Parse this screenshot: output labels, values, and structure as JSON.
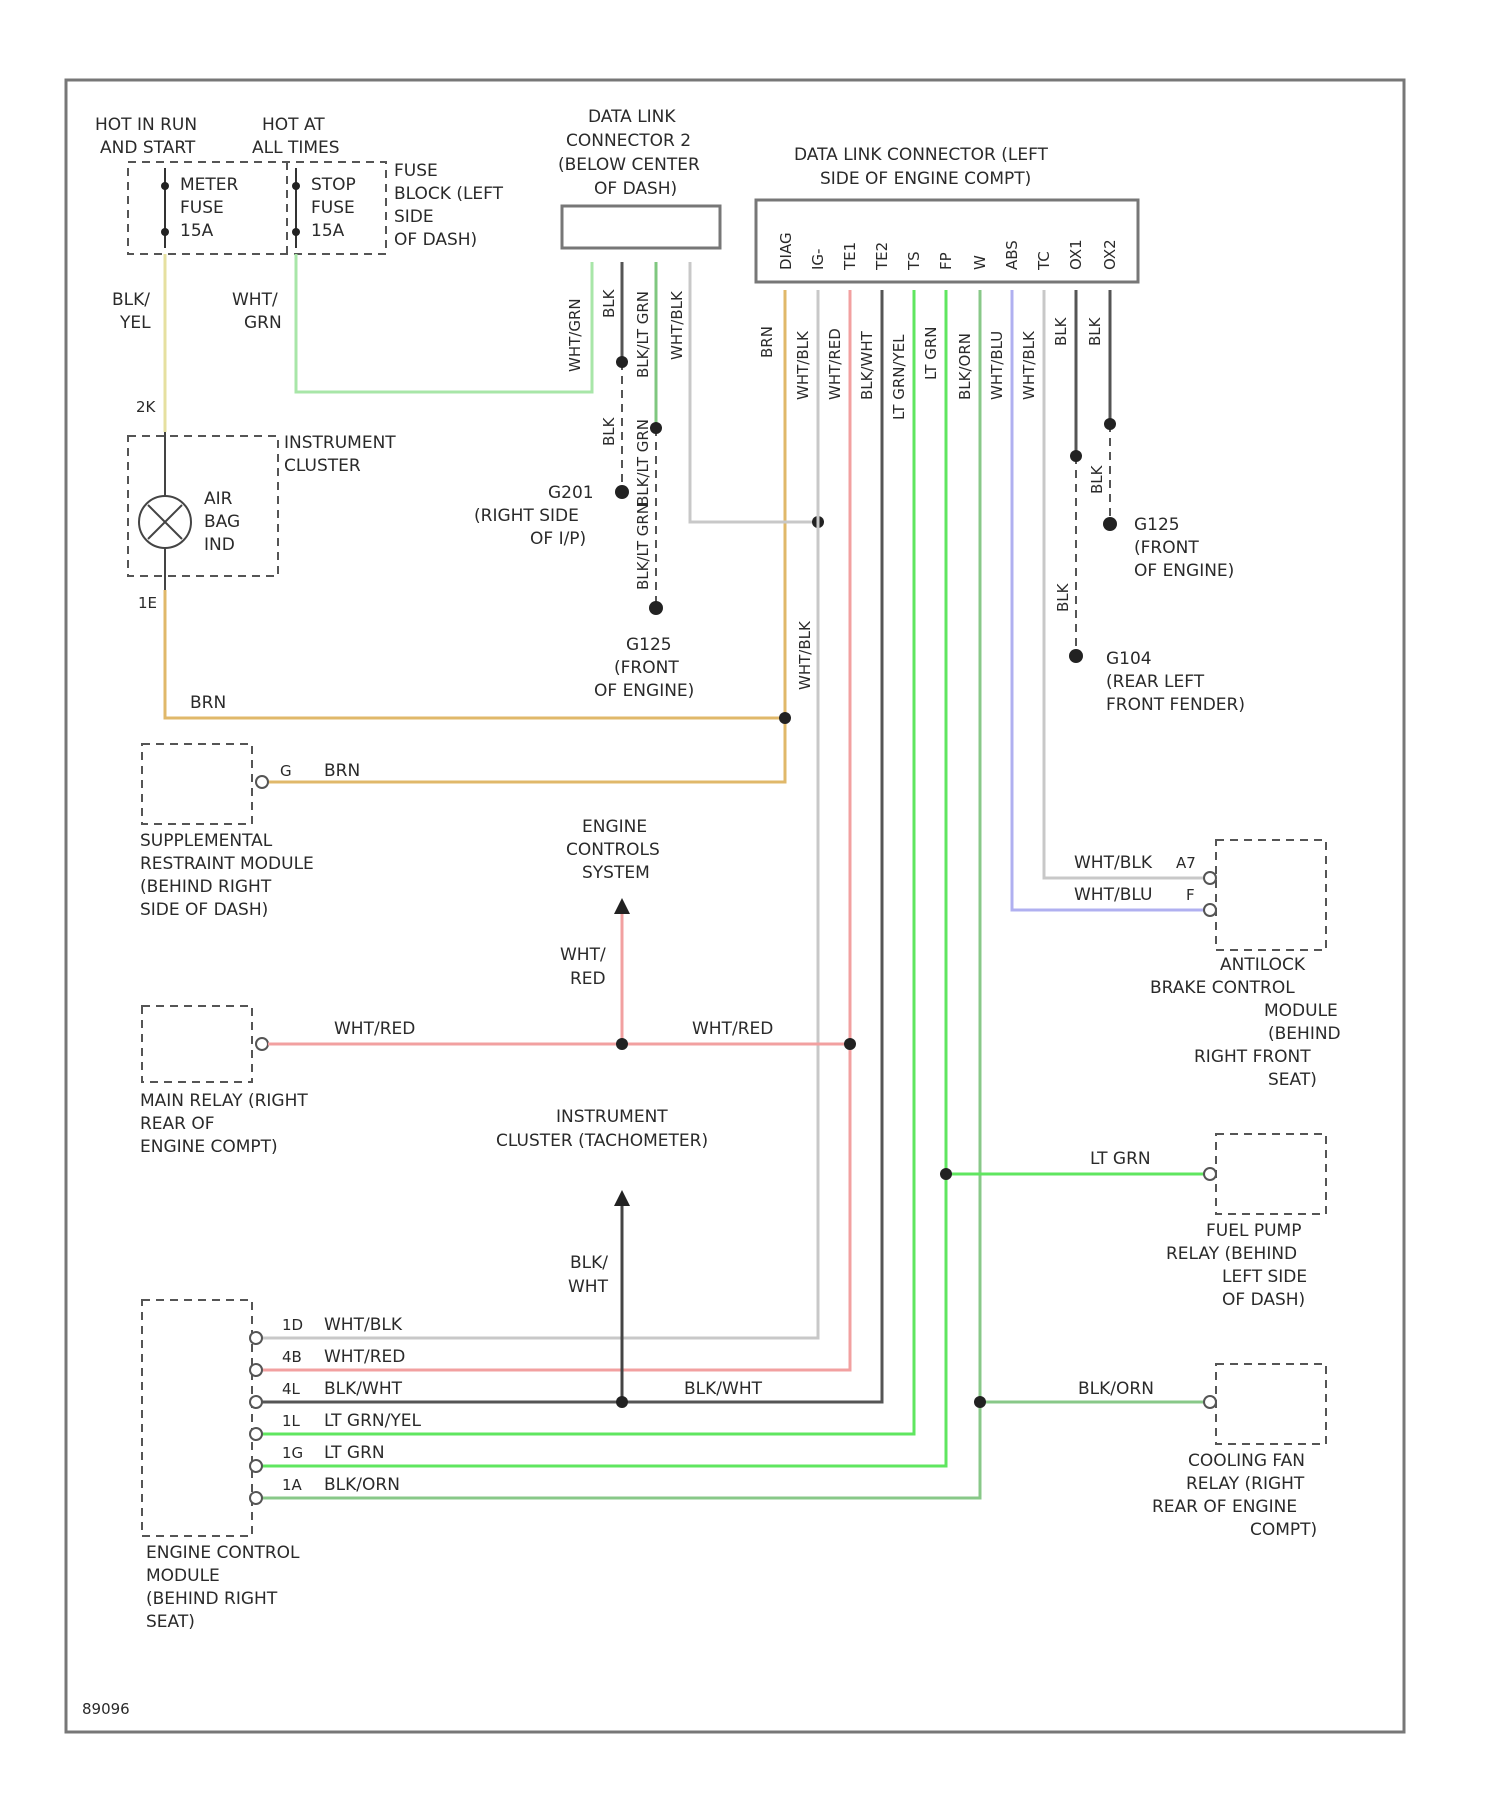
{
  "diagram_id": "89096",
  "fuse_block": {
    "hot_run_start": [
      "HOT IN RUN",
      "AND START"
    ],
    "hot_all_times": [
      "HOT AT",
      "ALL TIMES"
    ],
    "meter_fuse": [
      "METER",
      "FUSE",
      "15A"
    ],
    "stop_fuse": [
      "STOP",
      "FUSE",
      "15A"
    ],
    "fuse_block_label": [
      "FUSE",
      "BLOCK (LEFT",
      "SIDE",
      "OF DASH)"
    ]
  },
  "dlc2": {
    "label": [
      "DATA LINK",
      "CONNECTOR 2",
      "(BELOW CENTER",
      "OF DASH)"
    ],
    "wires": [
      "WHT/GRN",
      "BLK",
      "BLK/LT GRN",
      "WHT/BLK"
    ]
  },
  "dlc_engine": {
    "label": [
      "DATA LINK CONNECTOR (LEFT",
      "SIDE OF ENGINE COMPT)"
    ],
    "pins": [
      "DIAG",
      "IG-",
      "TE1",
      "TE2",
      "TS",
      "FP",
      "W",
      "ABS",
      "TC",
      "OX1",
      "OX2"
    ],
    "wires": [
      "BRN",
      "WHT/BLK",
      "WHT/RED",
      "BLK/WHT",
      "LT GRN/YEL",
      "LT GRN",
      "BLK/ORN",
      "WHT/BLU",
      "WHT/BLK",
      "BLK",
      "BLK"
    ]
  },
  "left_wires": {
    "blk_yel": [
      "BLK/",
      "YEL"
    ],
    "wht_grn": [
      "WHT/",
      "GRN"
    ],
    "pin_2k": "2K",
    "pin_1e": "1E",
    "brn": "BRN"
  },
  "cluster": {
    "label": [
      "INSTRUMENT",
      "CLUSTER"
    ],
    "indicator": [
      "AIR",
      "BAG",
      "IND"
    ]
  },
  "grounds": {
    "g201": [
      "G201",
      "(RIGHT SIDE",
      "OF I/P)"
    ],
    "g125_a": [
      "G125",
      "(FRONT",
      "OF ENGINE)"
    ],
    "g125_b": [
      "G125",
      "(FRONT",
      "OF ENGINE)"
    ],
    "g104": [
      "G104",
      "(REAR LEFT",
      "FRONT FENDER)"
    ],
    "blk_a": "BLK",
    "blk_lt_grn_a": "BLK/LT GRN",
    "blk_lt_grn_b": "BLK/LT GRN",
    "blk_b": "BLK",
    "blk_c": "BLK",
    "wht_blk": "WHT/BLK"
  },
  "srs": {
    "pin": "G",
    "wire": "BRN",
    "label": [
      "SUPPLEMENTAL",
      "RESTRAINT MODULE",
      "(BEHIND RIGHT",
      "SIDE OF DASH)"
    ]
  },
  "engine_controls": {
    "label": [
      "ENGINE",
      "CONTROLS",
      "SYSTEM"
    ],
    "wire": [
      "WHT/",
      "RED"
    ]
  },
  "main_relay": {
    "wire_left": "WHT/RED",
    "wire_right": "WHT/RED",
    "label": [
      "MAIN RELAY (RIGHT",
      "REAR OF",
      "ENGINE COMPT)"
    ]
  },
  "tach": {
    "label": [
      "INSTRUMENT",
      "CLUSTER (TACHOMETER)"
    ],
    "wire": [
      "BLK/",
      "WHT"
    ]
  },
  "abs": {
    "wires": [
      {
        "name": "WHT/BLK",
        "pin": "A7"
      },
      {
        "name": "WHT/BLU",
        "pin": "F"
      }
    ],
    "label": [
      "ANTILOCK",
      "BRAKE CONTROL",
      "MODULE",
      "(BEHIND",
      "RIGHT FRONT",
      "SEAT)"
    ]
  },
  "fuel_pump": {
    "wire": "LT GRN",
    "label": [
      "FUEL PUMP",
      "RELAY (BEHIND",
      "LEFT SIDE",
      "OF DASH)"
    ]
  },
  "cooling_fan": {
    "wire": "BLK/ORN",
    "label": [
      "COOLING FAN",
      "RELAY (RIGHT",
      "REAR OF ENGINE",
      "COMPT)"
    ]
  },
  "ecm": {
    "pins": [
      {
        "pin": "1D",
        "wire": "WHT/BLK"
      },
      {
        "pin": "4B",
        "wire": "WHT/RED"
      },
      {
        "pin": "4L",
        "wire": "BLK/WHT"
      },
      {
        "pin": "1L",
        "wire": "LT GRN/YEL"
      },
      {
        "pin": "1G",
        "wire": "LT GRN"
      },
      {
        "pin": "1A",
        "wire": "BLK/ORN"
      }
    ],
    "blk_wht_mid": "BLK/WHT",
    "label": [
      "ENGINE CONTROL",
      "MODULE",
      "(BEHIND RIGHT",
      "SEAT)"
    ]
  },
  "colors": {
    "brn": "#e0b86a",
    "yel": "#e6e0a0",
    "grn": "#a8e6a8",
    "lt_grn": "#5fe65f",
    "red": "#f2a0a0",
    "wht": "#c8c8c8",
    "blk": "#555555",
    "blu": "#b0b0f0",
    "blk_orn": "#88c888"
  }
}
